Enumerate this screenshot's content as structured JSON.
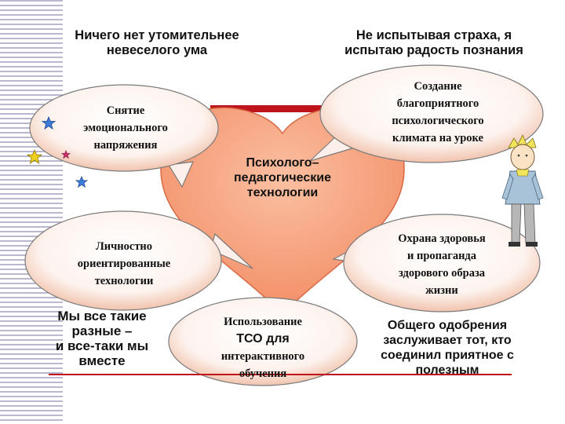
{
  "header": {
    "left_quote": [
      "Ничего нет утомительнее",
      "невеселого ума"
    ],
    "right_quote": [
      "Не испытывая страха, я",
      "испытаю радость познания"
    ]
  },
  "center": {
    "title": [
      "Психолого–",
      "педагогические",
      "технологии"
    ]
  },
  "bubbles": {
    "stress": [
      "Снятие",
      "эмоционального",
      "напряжения"
    ],
    "climate": [
      "Создание",
      "благоприятного",
      "психологического",
      "климата на уроке"
    ],
    "personal": [
      "Личностно",
      "ориентированные",
      "технологии"
    ],
    "health": [
      "Охрана здоровья",
      "и пропаганда",
      "здорового образа",
      "жизни"
    ],
    "tso": [
      "Использование",
      "ТСО для",
      "интерактивного",
      "обучения"
    ]
  },
  "bottom": {
    "left_text": [
      "Мы все такие",
      "разные –",
      "и все-таки мы",
      "вместе"
    ],
    "right_text": [
      "Общего одобрения",
      "заслуживает тот, кто",
      "соединил приятное с",
      "полезным"
    ]
  },
  "colors": {
    "heart_fill": "#f59a73",
    "bubble_fill": "#ffffff",
    "bubble_shade": "#f4c7b0",
    "red_band": "#c0141c",
    "stripes": "#b9b6cf"
  },
  "icons": [
    "star-icon",
    "boy-figure-icon"
  ]
}
